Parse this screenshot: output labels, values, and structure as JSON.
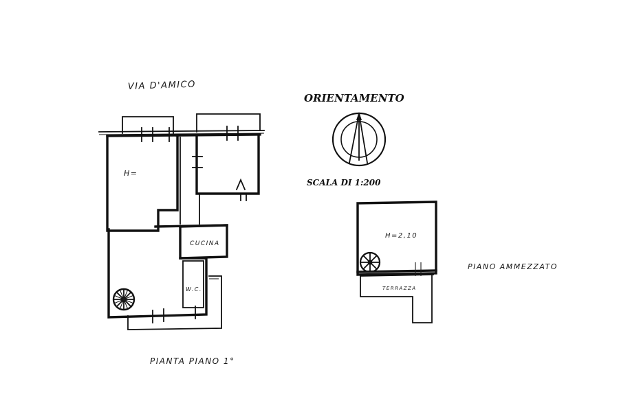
{
  "labels": {
    "street": "VIA D'AMICO",
    "orientation_title": "ORIENTAMENTO",
    "scale": "SCALA DI 1:200",
    "room_height_main": "H=",
    "kitchen": "CUCINA",
    "wc": "W.C.",
    "main_plan_caption": "PIANTA PIANO 1°",
    "mezzanine_height": "H=2,10",
    "terrace": "TERRAZZA",
    "mezzanine_caption": "PIANO AMMEZZATO"
  },
  "colors": {
    "ink": "#111111",
    "paper": "#ffffff"
  }
}
